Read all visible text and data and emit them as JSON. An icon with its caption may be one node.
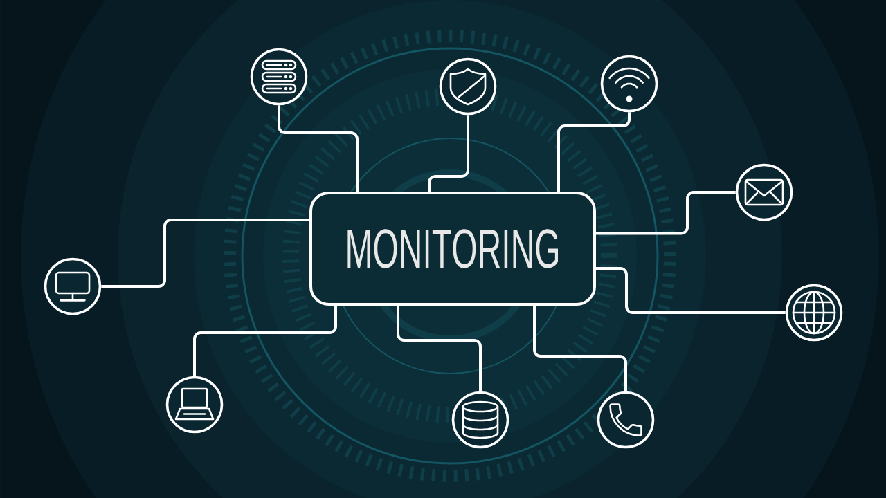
{
  "diagram": {
    "nodes": [
      {
        "text": [
          "MONITORING"
        ]
      },
      {
        "text": [],
        "shape": "circle"
      },
      {
        "text": [],
        "shape": "circle"
      },
      {
        "text": [],
        "shape": "circle"
      },
      {
        "text": [],
        "shape": "circle"
      },
      {
        "text": [],
        "shape": "circle"
      },
      {
        "text": [],
        "shape": "circle"
      },
      {
        "text": [],
        "shape": "circle"
      },
      {
        "text": [],
        "shape": "circle"
      },
      {
        "text": [],
        "shape": "circle"
      }
    ],
    "edges": [
      {
        "from": 0,
        "to": 1,
        "arrow": "none"
      },
      {
        "from": 0,
        "to": 2,
        "arrow": "none"
      },
      {
        "from": 0,
        "to": 3,
        "arrow": "none"
      },
      {
        "from": 0,
        "to": 4,
        "arrow": "none"
      },
      {
        "from": 0,
        "to": 5,
        "arrow": "none"
      },
      {
        "from": 0,
        "to": 6,
        "arrow": "none"
      },
      {
        "from": 0,
        "to": 7,
        "arrow": "none"
      },
      {
        "from": 0,
        "to": 8,
        "arrow": "none"
      },
      {
        "from": 0,
        "to": 9,
        "arrow": "none"
      }
    ]
  }
}
